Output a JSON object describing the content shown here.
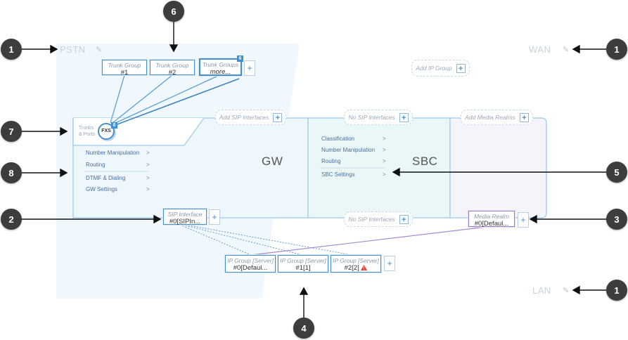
{
  "zones": {
    "pstn": "PSTN",
    "wan": "WAN",
    "lan": "LAN"
  },
  "trunk_groups": [
    {
      "title": "Trunk Group",
      "value": "#1"
    },
    {
      "title": "Trunk Group",
      "value": "#2"
    },
    {
      "title": "Trunk Groups",
      "value": "more...",
      "badge": "6"
    }
  ],
  "add_ip_group": "Add IP Group",
  "add_sip_interfaces": "Add SIP Interfaces",
  "no_sip_interfaces_top": "No SIP Interfaces",
  "add_media_realms": "Add Media Realms",
  "trunks_ports": {
    "line1": "Trunks",
    "line2": "& Ports",
    "fxs": "FXS",
    "badge": "8"
  },
  "gw": {
    "label": "GW",
    "menu": [
      "Number Manipulation",
      "Routing",
      "DTMF & Dialing",
      "GW Settings"
    ]
  },
  "sbc": {
    "label": "SBC",
    "menu": [
      "Classification",
      "Number Manipulation",
      "Routing",
      "SBC Settings"
    ]
  },
  "sip_interface": {
    "title": "SIP Interface",
    "value": "#0[SIPIn..."
  },
  "no_sip_interfaces_bottom": "No SIP Interfaces",
  "media_realm": {
    "title": "Media Realm",
    "value": "#0[Defaul..."
  },
  "ip_groups": [
    {
      "title": "IP Group [Server]",
      "value": "#0[Defaul..."
    },
    {
      "title": "IP Group [Server]",
      "value": "#1[1]"
    },
    {
      "title": "IP Group [Server]",
      "value": "#2[2]",
      "warning": true
    }
  ],
  "menu_arrow": ">",
  "plus": "+",
  "callouts": {
    "c1": "1",
    "c2": "2",
    "c3": "3",
    "c4": "4",
    "c5": "5",
    "c6": "6",
    "c7": "7",
    "c8": "8"
  },
  "colors": {
    "accent": "#4a90c8",
    "media_realm": "#9b7fc8",
    "callout": "#3d3d3d",
    "warning": "#e0403a"
  }
}
